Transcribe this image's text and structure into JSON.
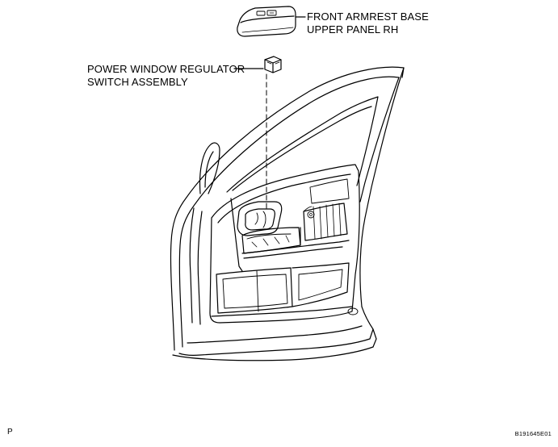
{
  "callouts": {
    "armrest": {
      "line1": "FRONT ARMREST BASE",
      "line2": "UPPER PANEL RH"
    },
    "switch": {
      "line1": "POWER WINDOW REGULATOR",
      "line2": "SWITCH ASSEMBLY"
    }
  },
  "corner_letter": "P",
  "figure_id": "B191645E01"
}
